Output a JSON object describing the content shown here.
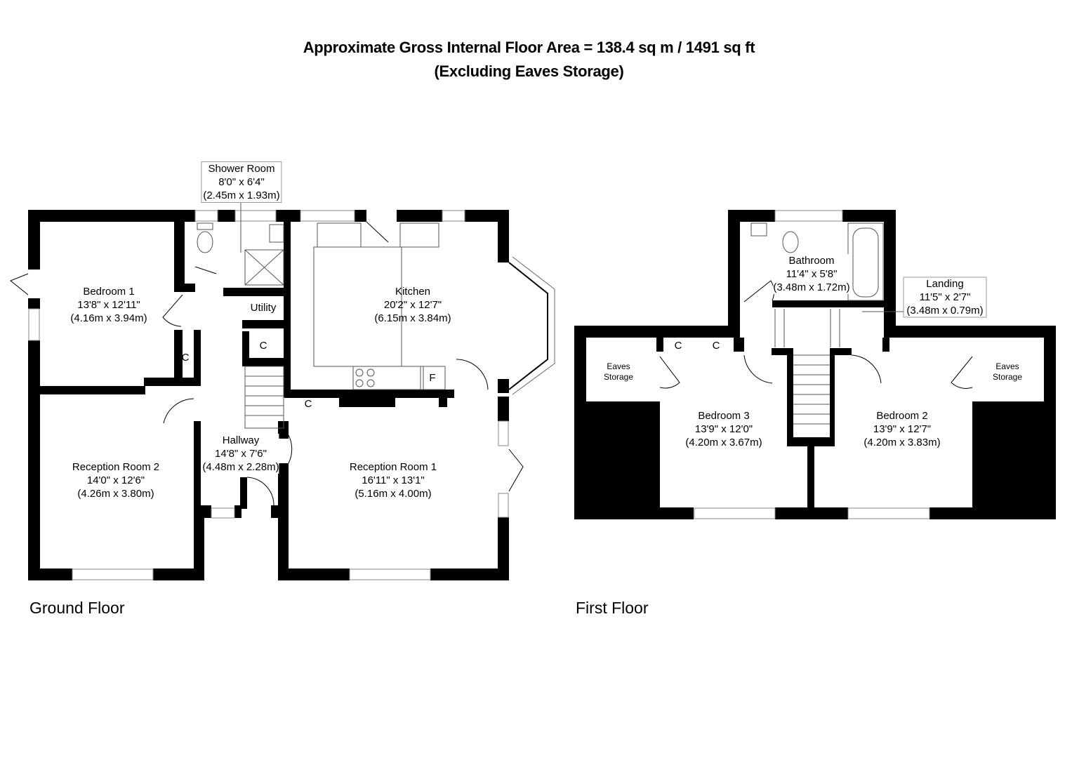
{
  "header": {
    "title_line1": "Approximate Gross Internal Floor Area  = 138.4 sq m  / 1491 sq ft",
    "title_line2": "(Excluding Eaves Storage)"
  },
  "ground_floor": {
    "label": "Ground Floor",
    "rooms": [
      {
        "name": "Shower Room",
        "imperial": "8'0\" x 6'4\"",
        "metric": "(2.45m x 1.93m)"
      },
      {
        "name": "Bedroom 1",
        "imperial": "13'8\" x 12'11\"",
        "metric": "(4.16m x 3.94m)"
      },
      {
        "name": "Kitchen",
        "imperial": "20'2\" x 12'7\"",
        "metric": "(6.15m x 3.84m)"
      },
      {
        "name": "Reception Room 2",
        "imperial": "14'0\" x 12'6\"",
        "metric": "(4.26m x 3.80m)"
      },
      {
        "name": "Hallway",
        "imperial": "14'8\" x 7'6\"",
        "metric": "(4.48m x 2.28m)"
      },
      {
        "name": "Reception Room 1",
        "imperial": "16'11\" x 13'1\"",
        "metric": "(5.16m x 4.00m)"
      }
    ],
    "small_labels": {
      "utility": "Utility",
      "cupboard": "C",
      "fridge": "F"
    }
  },
  "first_floor": {
    "label": "First Floor",
    "rooms": [
      {
        "name": "Bathroom",
        "imperial": "11'4\" x 5'8\"",
        "metric": "(3.48m x 1.72m)"
      },
      {
        "name": "Landing",
        "imperial": "11'5\" x 2'7\"",
        "metric": "(3.48m x 0.79m)"
      },
      {
        "name": "Bedroom 3",
        "imperial": "13'9\" x 12'0\"",
        "metric": "(4.20m x 3.67m)"
      },
      {
        "name": "Bedroom 2",
        "imperial": "13'9\" x 12'7\"",
        "metric": "(4.20m x 3.83m)"
      }
    ],
    "eaves_label_line1": "Eaves",
    "eaves_label_line2": "Storage",
    "cupboard": "C"
  },
  "colors": {
    "wall": "#000000",
    "fixture_line": "#555555",
    "window_line": "#888888",
    "background": "#ffffff"
  }
}
